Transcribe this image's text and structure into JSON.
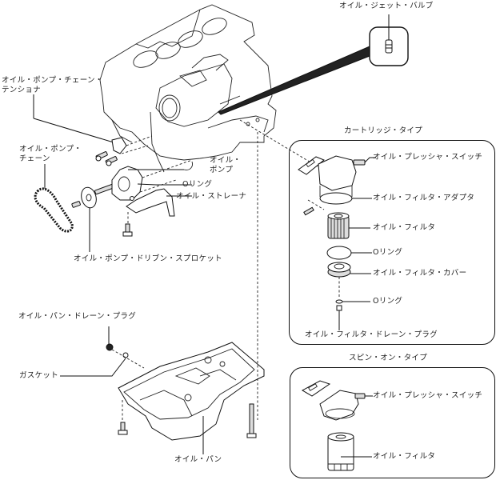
{
  "diagram": {
    "title": "Engine lubrication system components (exploded view)",
    "labels": {
      "oil_jet_valve": "オイル・ジェット・バルブ",
      "oil_pump_chain_tensioner_line1": "オイル・ポンプ・チェーン・",
      "oil_pump_chain_tensioner_line2": "テンショナ",
      "oil_pump_chain_line1": "オイル・ポンプ・",
      "oil_pump_chain_line2": "チェーン",
      "oil_pump_line1": "オイル・",
      "oil_pump_line2": "ポンプ",
      "o_ring_pump": "Oリング",
      "oil_strainer": "オイル・ストレーナ",
      "oil_pump_driven_sprocket": "オイル・ポンプ・ドリブン・スプロケット",
      "oil_pan_drain_plug": "オイル・パン・ドレーン・プラグ",
      "gasket": "ガスケット",
      "oil_pan": "オイル・パン"
    },
    "cartridge_type": {
      "title": "カートリッジ・タイプ",
      "labels": {
        "oil_pressure_switch": "オイル・プレッシャ・スイッチ",
        "oil_filter_adapter": "オイル・フィルタ・アダプタ",
        "oil_filter": "オイル・フィルタ",
        "o_ring_1": "Oリング",
        "oil_filter_cover": "オイル・フィルタ・カバー",
        "o_ring_2": "Oリング",
        "oil_filter_drain_plug": "オイル・フィルタ・ドレーン・プラグ"
      }
    },
    "spin_on_type": {
      "title": "スピン・オン・タイプ",
      "labels": {
        "oil_pressure_switch": "オイル・プレッシャ・スイッチ",
        "oil_filter": "オイル・フィルタ"
      }
    }
  }
}
